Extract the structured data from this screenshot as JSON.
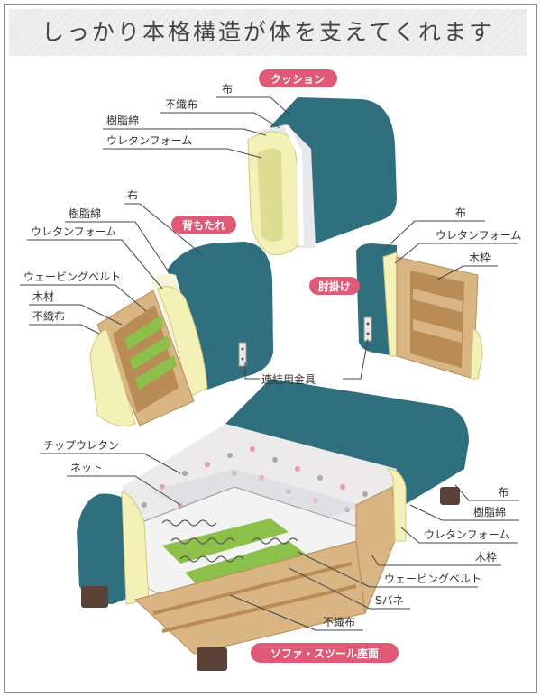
{
  "title": "しっかり本格構造が体を支えてくれます",
  "colors": {
    "teal": "#2f6f7e",
    "cream": "#f3f0b8",
    "wood": "#d9b583",
    "wood_dark": "#b98c56",
    "green": "#8cc04a",
    "pink": "#e05a78",
    "leg": "#5a4238"
  },
  "sections": {
    "cushion": {
      "badge": "クッション",
      "labels": [
        "布",
        "不織布",
        "樹脂綿",
        "ウレタンフォーム"
      ]
    },
    "backrest": {
      "badge": "背もたれ",
      "labels": [
        "布",
        "樹脂綿",
        "ウレタンフォーム",
        "ウェービングベルト",
        "木材",
        "不織布"
      ]
    },
    "armrest": {
      "badge": "肘掛け",
      "labels": [
        "布",
        "ウレタンフォーム",
        "木枠"
      ]
    },
    "connector_label": "連結用金具",
    "seat": {
      "badge": "ソファ・スツール座面",
      "left_labels": [
        "チップウレタン",
        "ネット"
      ],
      "right_labels": [
        "布",
        "樹脂綿",
        "ウレタンフォーム",
        "木枠",
        "ウェービングベルト",
        "Sバネ",
        "不織布"
      ]
    }
  }
}
